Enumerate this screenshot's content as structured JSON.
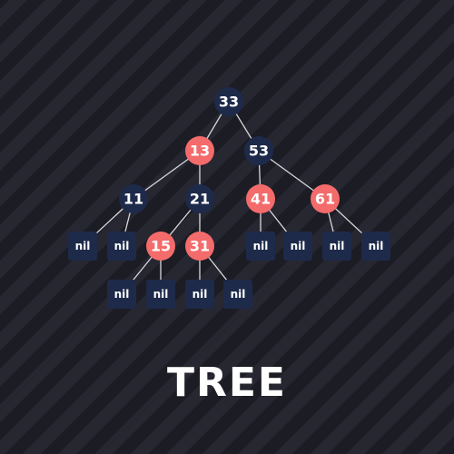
{
  "title": "TREE",
  "colors": {
    "black_node": "#1e2a4a",
    "red_node": "#f46b6b",
    "nil_leaf": "#1e2a4a",
    "edge": "#d8d8dc",
    "text": "#ffffff"
  },
  "tree": {
    "nodes": [
      {
        "id": "n33",
        "label": "33",
        "color": "black",
        "parent": null
      },
      {
        "id": "n13",
        "label": "13",
        "color": "red",
        "parent": "n33"
      },
      {
        "id": "n53",
        "label": "53",
        "color": "black",
        "parent": "n33"
      },
      {
        "id": "n11",
        "label": "11",
        "color": "black",
        "parent": "n13"
      },
      {
        "id": "n21",
        "label": "21",
        "color": "black",
        "parent": "n13"
      },
      {
        "id": "n41",
        "label": "41",
        "color": "red",
        "parent": "n53"
      },
      {
        "id": "n61",
        "label": "61",
        "color": "red",
        "parent": "n53"
      },
      {
        "id": "nil1",
        "label": "nil",
        "color": "nil",
        "parent": "n11"
      },
      {
        "id": "nil2",
        "label": "nil",
        "color": "nil",
        "parent": "n11"
      },
      {
        "id": "n15",
        "label": "15",
        "color": "red",
        "parent": "n21"
      },
      {
        "id": "n31",
        "label": "31",
        "color": "red",
        "parent": "n21"
      },
      {
        "id": "nil3",
        "label": "nil",
        "color": "nil",
        "parent": "n41"
      },
      {
        "id": "nil4",
        "label": "nil",
        "color": "nil",
        "parent": "n41"
      },
      {
        "id": "nil5",
        "label": "nil",
        "color": "nil",
        "parent": "n61"
      },
      {
        "id": "nil6",
        "label": "nil",
        "color": "nil",
        "parent": "n61"
      },
      {
        "id": "nil7",
        "label": "nil",
        "color": "nil",
        "parent": "n15"
      },
      {
        "id": "nil8",
        "label": "nil",
        "color": "nil",
        "parent": "n15"
      },
      {
        "id": "nil9",
        "label": "nil",
        "color": "nil",
        "parent": "n31"
      },
      {
        "id": "nil10",
        "label": "nil",
        "color": "nil",
        "parent": "n31"
      }
    ]
  }
}
